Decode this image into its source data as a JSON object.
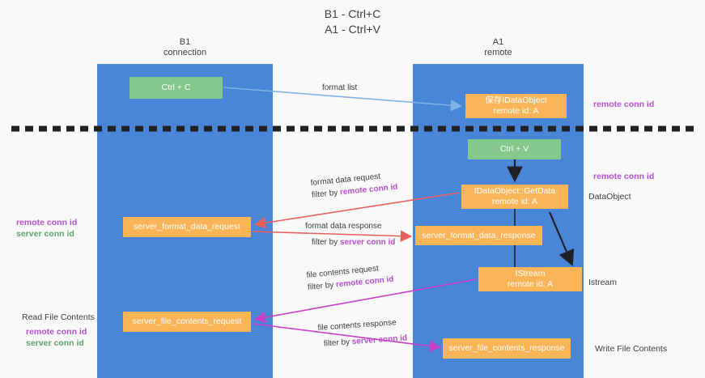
{
  "title": {
    "line1": "B1 - Ctrl+C",
    "line2": "A1 - Ctrl+V"
  },
  "lanes": [
    {
      "id": "b1",
      "name": "B1",
      "role": "connection",
      "color": "#4a86d8"
    },
    {
      "id": "a1",
      "name": "A1",
      "role": "remote",
      "color": "#4a86d8"
    }
  ],
  "colors": {
    "lane": "#4a86d8",
    "box_orange": "#fab558",
    "box_green": "#84c98b",
    "accent_purple": "#b84fd1",
    "accent_green": "#5aa469",
    "arrow_red": "#e8615c",
    "arrow_blue": "#7fb2e5",
    "arrow_magenta": "#c83fc8",
    "arrow_black": "#202124",
    "background": "#f9f9f9"
  },
  "boxes": {
    "ctrl_c": "Ctrl + C",
    "save_idataobject_l1": "保存IDataObject",
    "save_idataobject_l2": "remote id: A",
    "ctrl_v": "Ctrl + V",
    "getdata_l1": "IDataObject::GetData",
    "getdata_l2": "remote id: A",
    "server_format_data_request": "server_format_data_request",
    "server_format_data_response": "server_format_data_response",
    "istream_l1": "IStream",
    "istream_l2": "remote id: A",
    "server_file_contents_request": "server_file_contents_request",
    "server_file_contents_response": "server_file_contents_response"
  },
  "captions": {
    "format_list": "format list",
    "format_data_request": "format data request",
    "format_data_request_filter_prefix": "filter by ",
    "format_data_request_filter_key": "remote conn id",
    "format_data_response": "format data response",
    "format_data_response_filter_prefix": "filter by ",
    "format_data_response_filter_key": "server conn id",
    "file_contents_request": "file contents request",
    "file_contents_request_filter_prefix": "filter by ",
    "file_contents_request_filter_key": "remote conn id",
    "file_contents_response": "file contents response",
    "file_contents_response_filter_prefix": "filter by ",
    "file_contents_response_filter_key": "server conn id"
  },
  "notes": {
    "right_remote_conn_id_top": "remote conn id",
    "right_remote_conn_id_mid": "remote conn id",
    "right_dataobject": "DataObject",
    "right_istream": "Istream",
    "right_write_file_contents": "Write File Contents",
    "left_remote_conn_id": "remote conn id",
    "left_server_conn_id": "server conn id",
    "left_read_file_contents": "Read File Contents",
    "left_remote_conn_id_2": "remote conn id",
    "left_server_conn_id_2": "server conn id"
  }
}
